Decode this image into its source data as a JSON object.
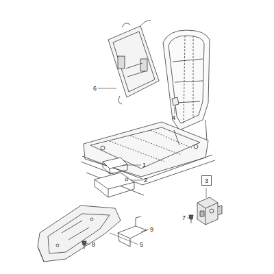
{
  "diagram": {
    "nodes": [
      {
        "text": [
          "3"
        ]
      }
    ],
    "labels": [
      "6",
      "4",
      "1",
      "2",
      "9",
      "7",
      "8",
      "5"
    ]
  }
}
